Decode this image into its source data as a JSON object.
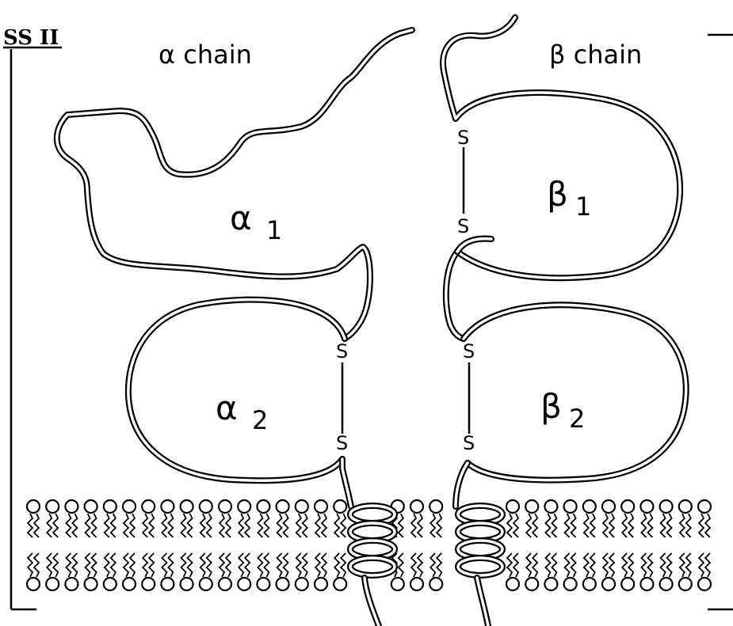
{
  "figure": {
    "corner_label": "SS II",
    "alpha_chain_title": "α chain",
    "beta_chain_title": "β chain",
    "domains": {
      "alpha1": {
        "greek": "α",
        "sub": "1"
      },
      "alpha2": {
        "greek": "α",
        "sub": "2"
      },
      "beta1": {
        "greek": "β",
        "sub": "1"
      },
      "beta2": {
        "greek": "β",
        "sub": "2"
      }
    },
    "disulfide_letter": "S"
  },
  "colors": {
    "ink": "#000000",
    "paper": "#ffffff"
  }
}
